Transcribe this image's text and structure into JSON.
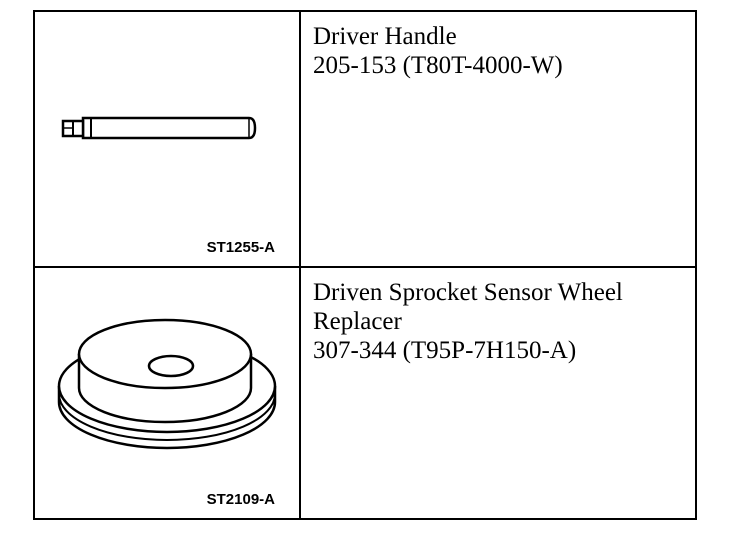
{
  "tools": [
    {
      "name": "Driver Handle",
      "name_line2": "",
      "number": "205-153 (T80T-4000-W)",
      "figure_code": "ST1255-A",
      "icon": "driver-handle-icon"
    },
    {
      "name": "Driven Sprocket Sensor Wheel",
      "name_line2": "Replacer",
      "number": "307-344 (T95P-7H150-A)",
      "figure_code": "ST2109-A",
      "icon": "sensor-wheel-replacer-icon"
    }
  ]
}
